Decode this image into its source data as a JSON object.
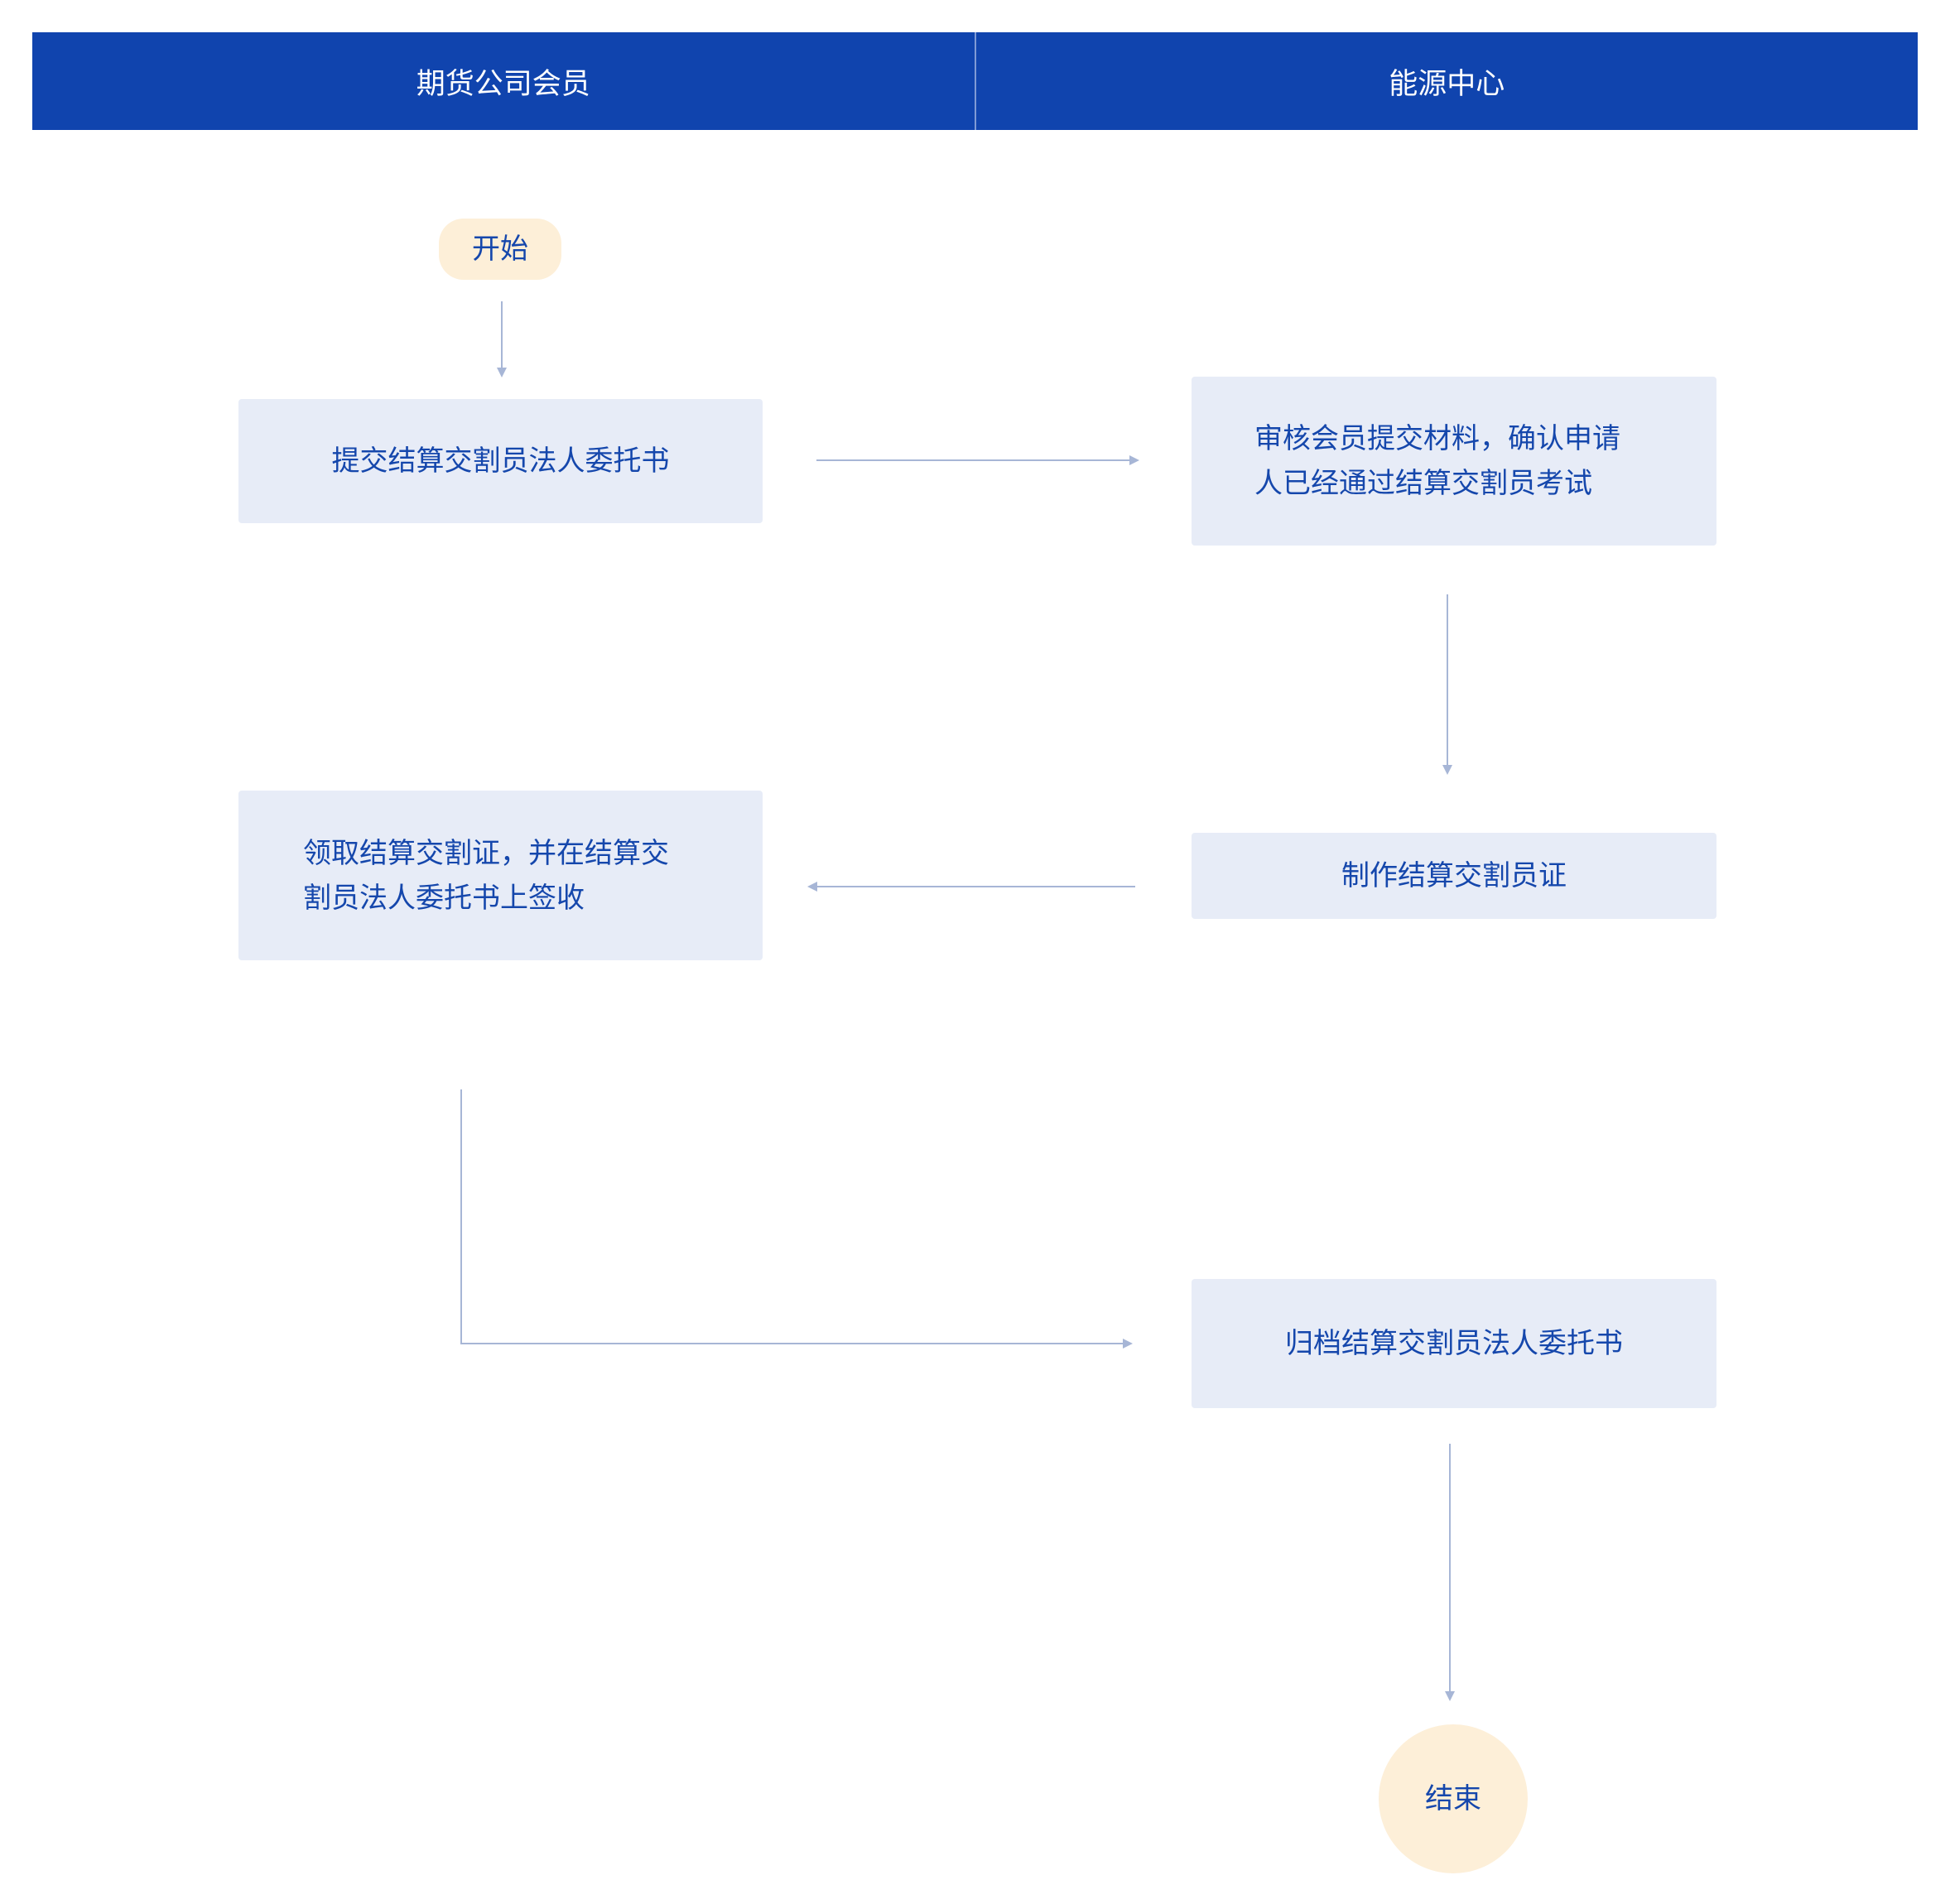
{
  "lanes": [
    "期货公司会员",
    "能源中心"
  ],
  "nodes": {
    "start": "开始",
    "submit": "提交结算交割员法人委托书",
    "review": [
      "审核会员提交材料，确认申请",
      "人已经通过结算交割员考试"
    ],
    "make_card": "制作结算交割员证",
    "receive": [
      "领取结算交割证，并在结算交",
      "割员法人委托书上签收"
    ],
    "archive": "归档结算交割员法人委托书",
    "end": "结束"
  },
  "colors": {
    "header_bg": "#1044ae",
    "box_bg": "#e7ecf7",
    "terminal_bg": "#fdefd8",
    "text": "#1547ac",
    "arrow": "#a7b6d6"
  }
}
